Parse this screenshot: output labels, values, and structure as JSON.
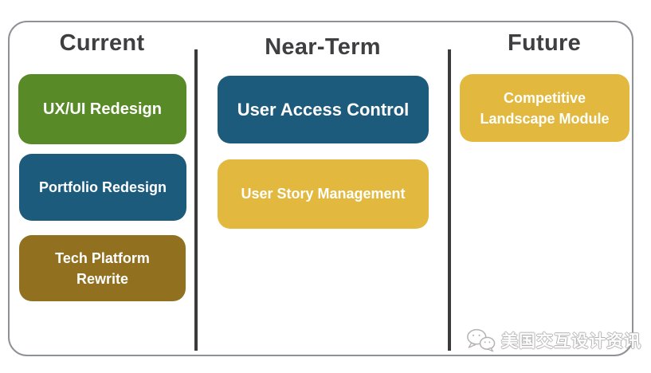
{
  "columns": [
    {
      "title": "Current",
      "cards": [
        {
          "label": "UX/UI Redesign",
          "color": "#588a28"
        },
        {
          "label": "Portfolio Redesign",
          "color": "#1d5b7c"
        },
        {
          "label": "Tech Platform Rewrite",
          "color": "#91701f"
        }
      ]
    },
    {
      "title": "Near-Term",
      "cards": [
        {
          "label": "User Access Control",
          "color": "#1d5b7c"
        },
        {
          "label": "User Story Management",
          "color": "#e2b93e"
        }
      ]
    },
    {
      "title": "Future",
      "cards": [
        {
          "label": "Competitive Landscape Module",
          "color": "#e2b93e"
        }
      ]
    }
  ],
  "colors": {
    "header_text": "#3f3f41",
    "divider": "#3b3b3c",
    "frame_border": "#8e9196",
    "card_text": "#ffffff",
    "watermark_outline": "#b3b3b3"
  },
  "watermark": {
    "text": "美国交互设计资讯",
    "icon": "wechat-icon"
  }
}
